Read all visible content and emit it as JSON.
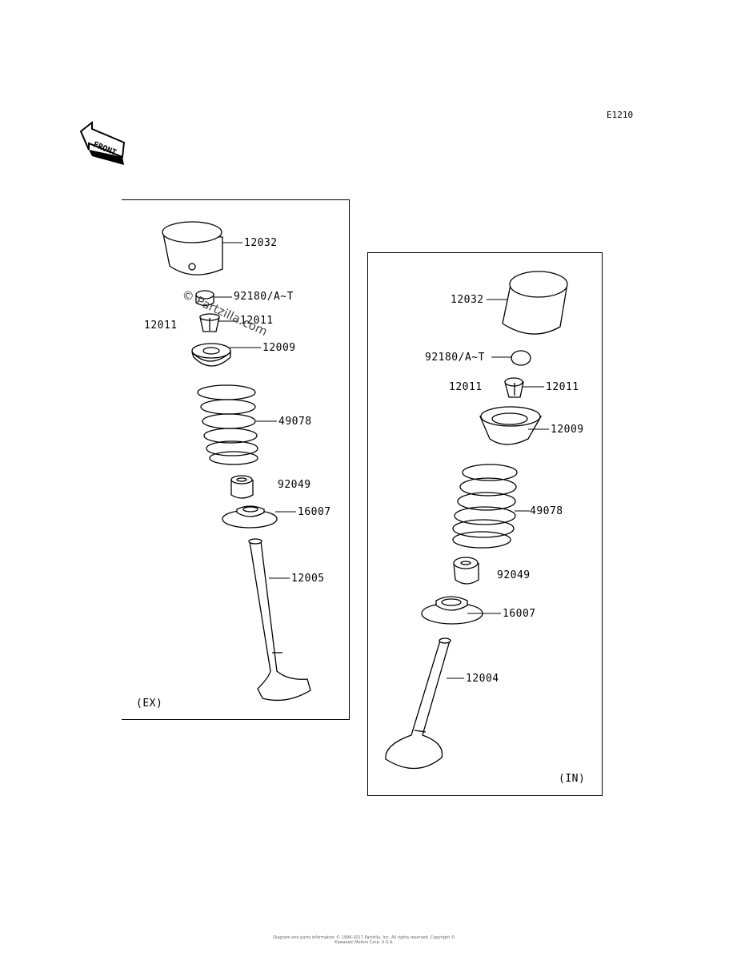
{
  "diagram_code": "E1210",
  "front_label": "FRONT",
  "watermark": "© Partzilla.com",
  "footer_text": "Diagram and parts information © 1996-2017 Partzilla, Inc. All rights reserved. Copyright © Kawasaki Motors Corp. U.S.A.",
  "ex_panel": {
    "tag": "(EX)",
    "labels": {
      "lifter": "12032",
      "shim": "92180/A~T",
      "cotter_left": "12011",
      "cotter_right": "12011",
      "retainer": "12009",
      "spring": "49078",
      "seal": "92049",
      "seat": "16007",
      "valve": "12005"
    }
  },
  "in_panel": {
    "tag": "(IN)",
    "labels": {
      "lifter": "12032",
      "shim": "92180/A~T",
      "cotter_left": "12011",
      "cotter_right": "12011",
      "retainer": "12009",
      "spring": "49078",
      "seal": "92049",
      "seat": "16007",
      "valve": "12004"
    }
  }
}
